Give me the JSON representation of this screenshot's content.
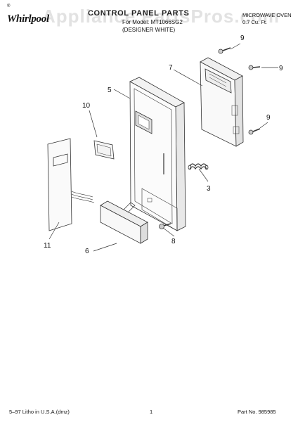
{
  "header": {
    "brand": "Whirlpool",
    "brand_mark": "®",
    "title": "CONTROL PANEL PARTS",
    "model_line": "For Model: MT1066SG2",
    "design_line": "(DESIGNER WHITE)",
    "product": "MICROWAVE OVEN",
    "capacity": "0.7 Cu. Ft.",
    "watermark": "Appliance PartsPros.com"
  },
  "callouts": [
    "9",
    "7",
    "9",
    "5",
    "10",
    "9",
    "3",
    "11",
    "6",
    "8"
  ],
  "footer": {
    "print_info": "5–97 Litho in U.S.A.(dmz)",
    "page_number": "1",
    "part_number": "Part No. 985985"
  }
}
